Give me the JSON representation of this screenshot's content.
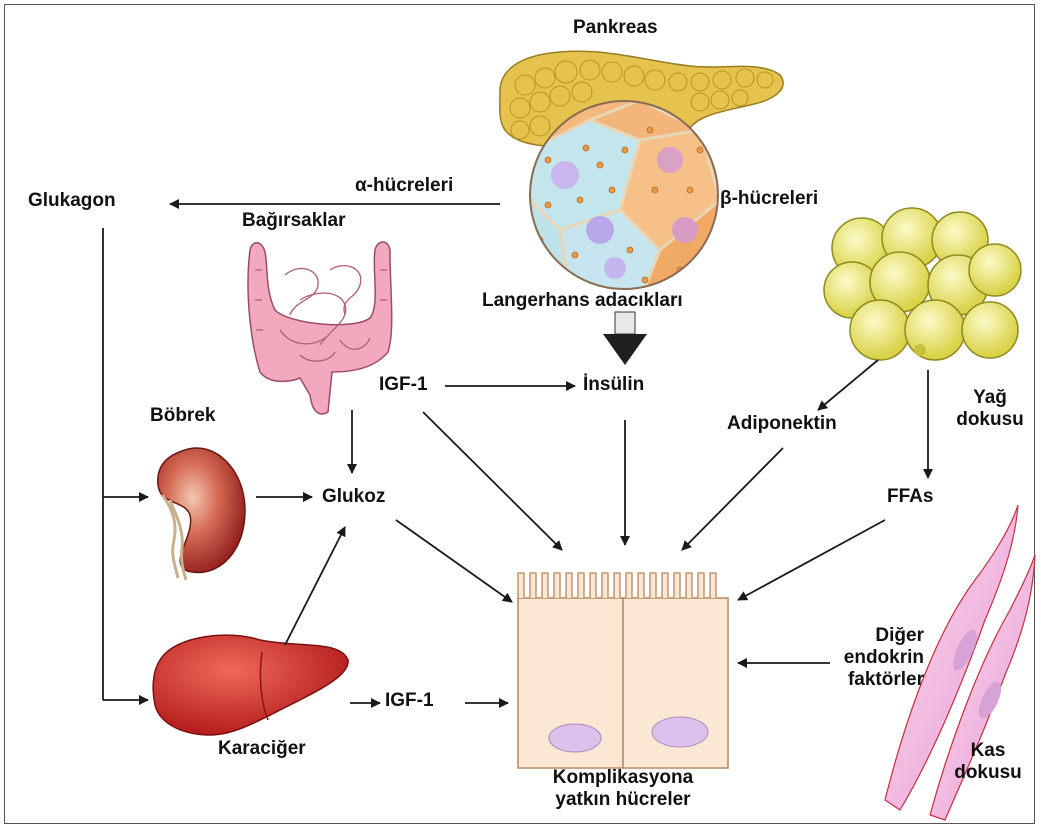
{
  "labels": {
    "pancreas": "Pankreas",
    "alpha_cells": "α-hücreleri",
    "beta_cells": "β-hücreleri",
    "glucagon": "Glukagon",
    "intestine": "Bağırsaklar",
    "islets": "Langerhans  adacıkları",
    "igf1_top": "IGF-1",
    "insulin": "İnsülin",
    "adiponectin": "Adiponektin",
    "fat_tissue_1": "Yağ",
    "fat_tissue_2": "dokusu",
    "kidney": "Böbrek",
    "glucose": "Glukoz",
    "ffas": "FFAs",
    "liver": "Karaciğer",
    "igf1_bottom": "IGF-1",
    "other_1": "Diğer",
    "other_2": "endokrin",
    "other_3": "faktörler",
    "muscle_1": "Kas",
    "muscle_2": "dokusu",
    "target_1": "Komplikasyona",
    "target_2": "yatkın hücreler"
  },
  "colors": {
    "arrow": "#1a1a1a",
    "pancreas": "#e3c14e",
    "islet_blue": "#bfe3ea",
    "islet_orange": "#f3b274",
    "intestine": "#f0a3b8",
    "kidney": "#b8302e",
    "liver": "#cf2a2a",
    "fat": "#f1ee6a",
    "muscle": "#f0b6de",
    "cell": "#fbe6d2"
  }
}
